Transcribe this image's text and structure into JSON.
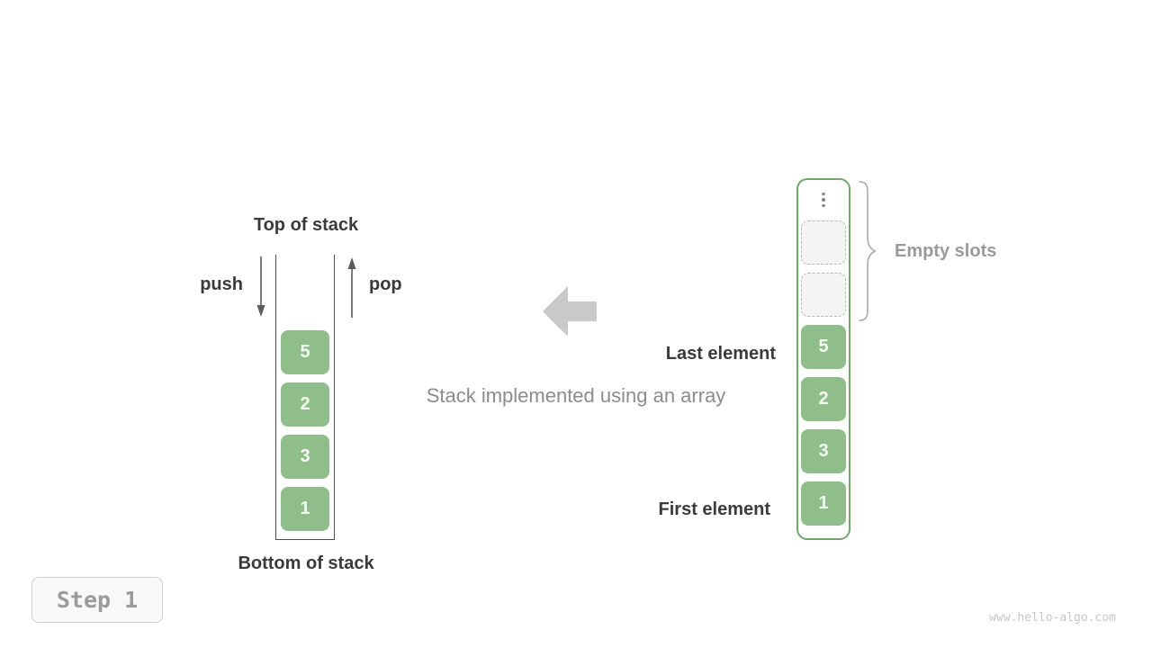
{
  "stack_diagram": {
    "top_label": "Top of stack",
    "bottom_label": "Bottom of stack",
    "push_label": "push",
    "pop_label": "pop",
    "values": [
      "5",
      "2",
      "3",
      "1"
    ]
  },
  "caption": "Stack implemented using an array",
  "array_diagram": {
    "empty_slot_count": 2,
    "values": [
      "5",
      "2",
      "3",
      "1"
    ],
    "labels": {
      "empty_slots": "Empty slots",
      "last_element": "Last element",
      "first_element": "First element"
    }
  },
  "step_badge": {
    "label": "Step 1"
  },
  "watermark": "www.hello-algo.com",
  "icons": {
    "push_arrow": "down-arrow",
    "pop_arrow": "up-arrow",
    "transform_arrow": "left-arrow",
    "ellipsis": "vertical-ellipsis",
    "brace": "right-curly-brace"
  },
  "colors": {
    "block_green": "#8fbe8a",
    "container_green": "#6fa86b",
    "label_dark": "#3a3a3a",
    "label_gray": "#9a9a9a",
    "arrow_gray": "#c9c9c9"
  }
}
